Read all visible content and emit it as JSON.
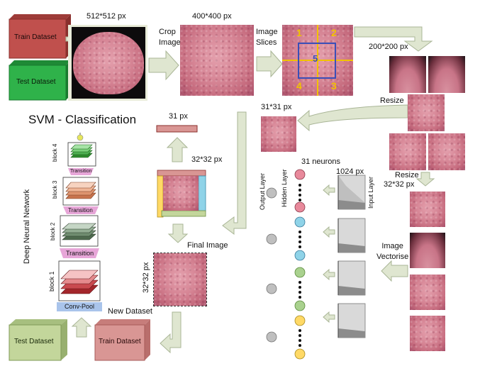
{
  "labels": {
    "size_512": "512*512 px",
    "size_400": "400*400 px",
    "crop_image": "Crop\nImage",
    "image_slices": "Image\nSlices",
    "size_200": "200*200 px",
    "resize_1": "Resize",
    "resize_2": "Resize",
    "size_31_31": "31*31 px",
    "size_32_32_right": "32*32 px",
    "svm_title": "SVM - Classification",
    "size_31px": "31 px",
    "size_32_32_mid": "32*32 px",
    "neurons_31": "31 neurons",
    "size_1024": "1024 px",
    "output_layer": "Output Layer",
    "hidden_layer": "Hidden Layer",
    "input_layer": "Input Layer",
    "image_vectorise": "Image\nVectorise",
    "final_image": "Final Image",
    "size_32_32_final": "32*32 px",
    "new_dataset": "New Dataset",
    "deep_neural_network": "Deep Neural Network",
    "block_4": "block 4",
    "block_3": "block 3",
    "block_2": "block 2",
    "block_1": "block 1",
    "transition_1": "Transition",
    "transition_2": "Transition",
    "transition_3": "Transition",
    "conv_pool": "Conv-Pool",
    "train_dataset_top": "Train Dataset",
    "test_dataset_top": "Test Dataset",
    "test_dataset_bottom": "Test Dataset",
    "train_dataset_bottom": "Train Dataset"
  },
  "slice_numbers": [
    "1",
    "2",
    "5",
    "4",
    "3"
  ],
  "colors": {
    "train_red": "#c0504d",
    "test_green": "#2fb24a",
    "test_pale_green": "#c3d69b",
    "train_pale_red": "#d99694",
    "arrow_fill": "#dfe6d0",
    "arrow_stroke": "#a9b596",
    "transition_pink": "#e7a6d8",
    "convpool_blue": "#a9c4eb",
    "slice_yellow": "#f2c200",
    "slice_blue": "#3a4fb8",
    "neuron_pink": "#e8899b",
    "neuron_cyan": "#8fd3e8",
    "neuron_green": "#a9d18e",
    "neuron_yellow": "#ffd966",
    "neuron_grey": "#bfbfbf"
  }
}
